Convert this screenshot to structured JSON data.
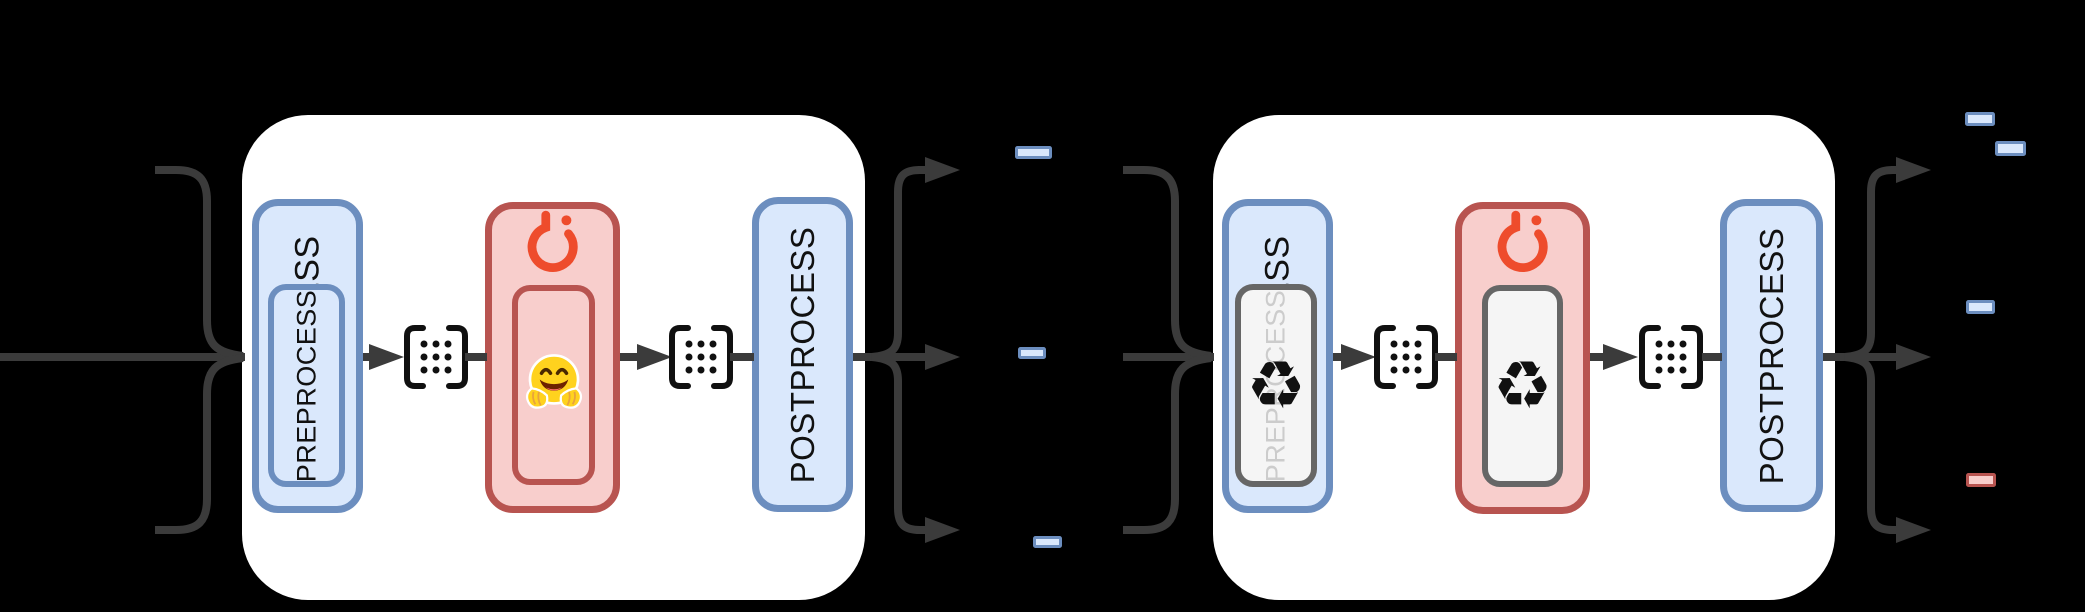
{
  "colors": {
    "background": "#000000",
    "panel": "#ffffff",
    "blue_fill": "#dae8fc",
    "blue_stroke": "#6c8ebf",
    "red_fill": "#f8cecc",
    "red_stroke": "#b85450",
    "gray_fill": "#f5f5f5",
    "gray_stroke": "#666666",
    "connector": "#3b3b3b",
    "pytorch_orange": "#ee4c2c",
    "faint_label": "#cccccc",
    "emoji_yellow": "#ffd21e"
  },
  "glyphs": {
    "recycle": "♻"
  },
  "left_pipeline": {
    "preprocess": {
      "outer_label": "PREPROCESS",
      "inner_label": "PREPROCESS"
    },
    "model": {
      "framework_icon": "pytorch-logo",
      "core_icon": "hugging-face-emoji"
    },
    "postprocess": {
      "label": "POSTPROCESS"
    },
    "inputs": {
      "count": 3
    },
    "outputs": {
      "count": 3,
      "chips": [
        {
          "color": "blue"
        },
        {
          "color": "blue"
        },
        {
          "color": "blue"
        }
      ]
    }
  },
  "right_pipeline": {
    "preprocess": {
      "outer_label": "PREPROCESS",
      "inner_label": "PREPROCESS",
      "core_icon": "recycle-icon"
    },
    "model": {
      "framework_icon": "pytorch-logo",
      "core_icon": "recycle-icon"
    },
    "postprocess": {
      "label": "POSTPROCESS"
    },
    "inputs": {
      "count": 3
    },
    "outputs": {
      "count": 3,
      "chips": [
        {
          "color": "blue"
        },
        {
          "color": "blue"
        },
        {
          "color": "blue"
        },
        {
          "color": "red"
        }
      ]
    }
  }
}
